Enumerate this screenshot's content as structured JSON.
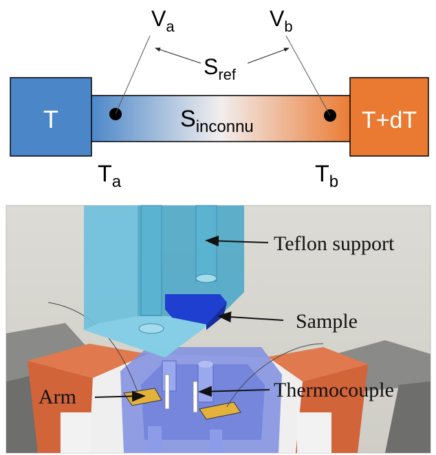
{
  "schematic": {
    "block_left": {
      "label": "T",
      "color": "#4a86c8"
    },
    "block_right": {
      "label": "T+dT",
      "color": "#ea7a32"
    },
    "bar": {
      "label_main": "S",
      "label_sub": "inconnu"
    },
    "ref": {
      "label_main": "S",
      "label_sub": "ref"
    },
    "volt_a": {
      "label_main": "V",
      "label_sub": "a"
    },
    "volt_b": {
      "label_main": "V",
      "label_sub": "b"
    },
    "temp_a": {
      "label_main": "T",
      "label_sub": "a"
    },
    "temp_b": {
      "label_main": "T",
      "label_sub": "b"
    }
  },
  "render": {
    "callouts": [
      {
        "label": "Teflon support"
      },
      {
        "label": "Sample"
      },
      {
        "label": "Arm"
      },
      {
        "label": "Thermocouple"
      }
    ]
  }
}
